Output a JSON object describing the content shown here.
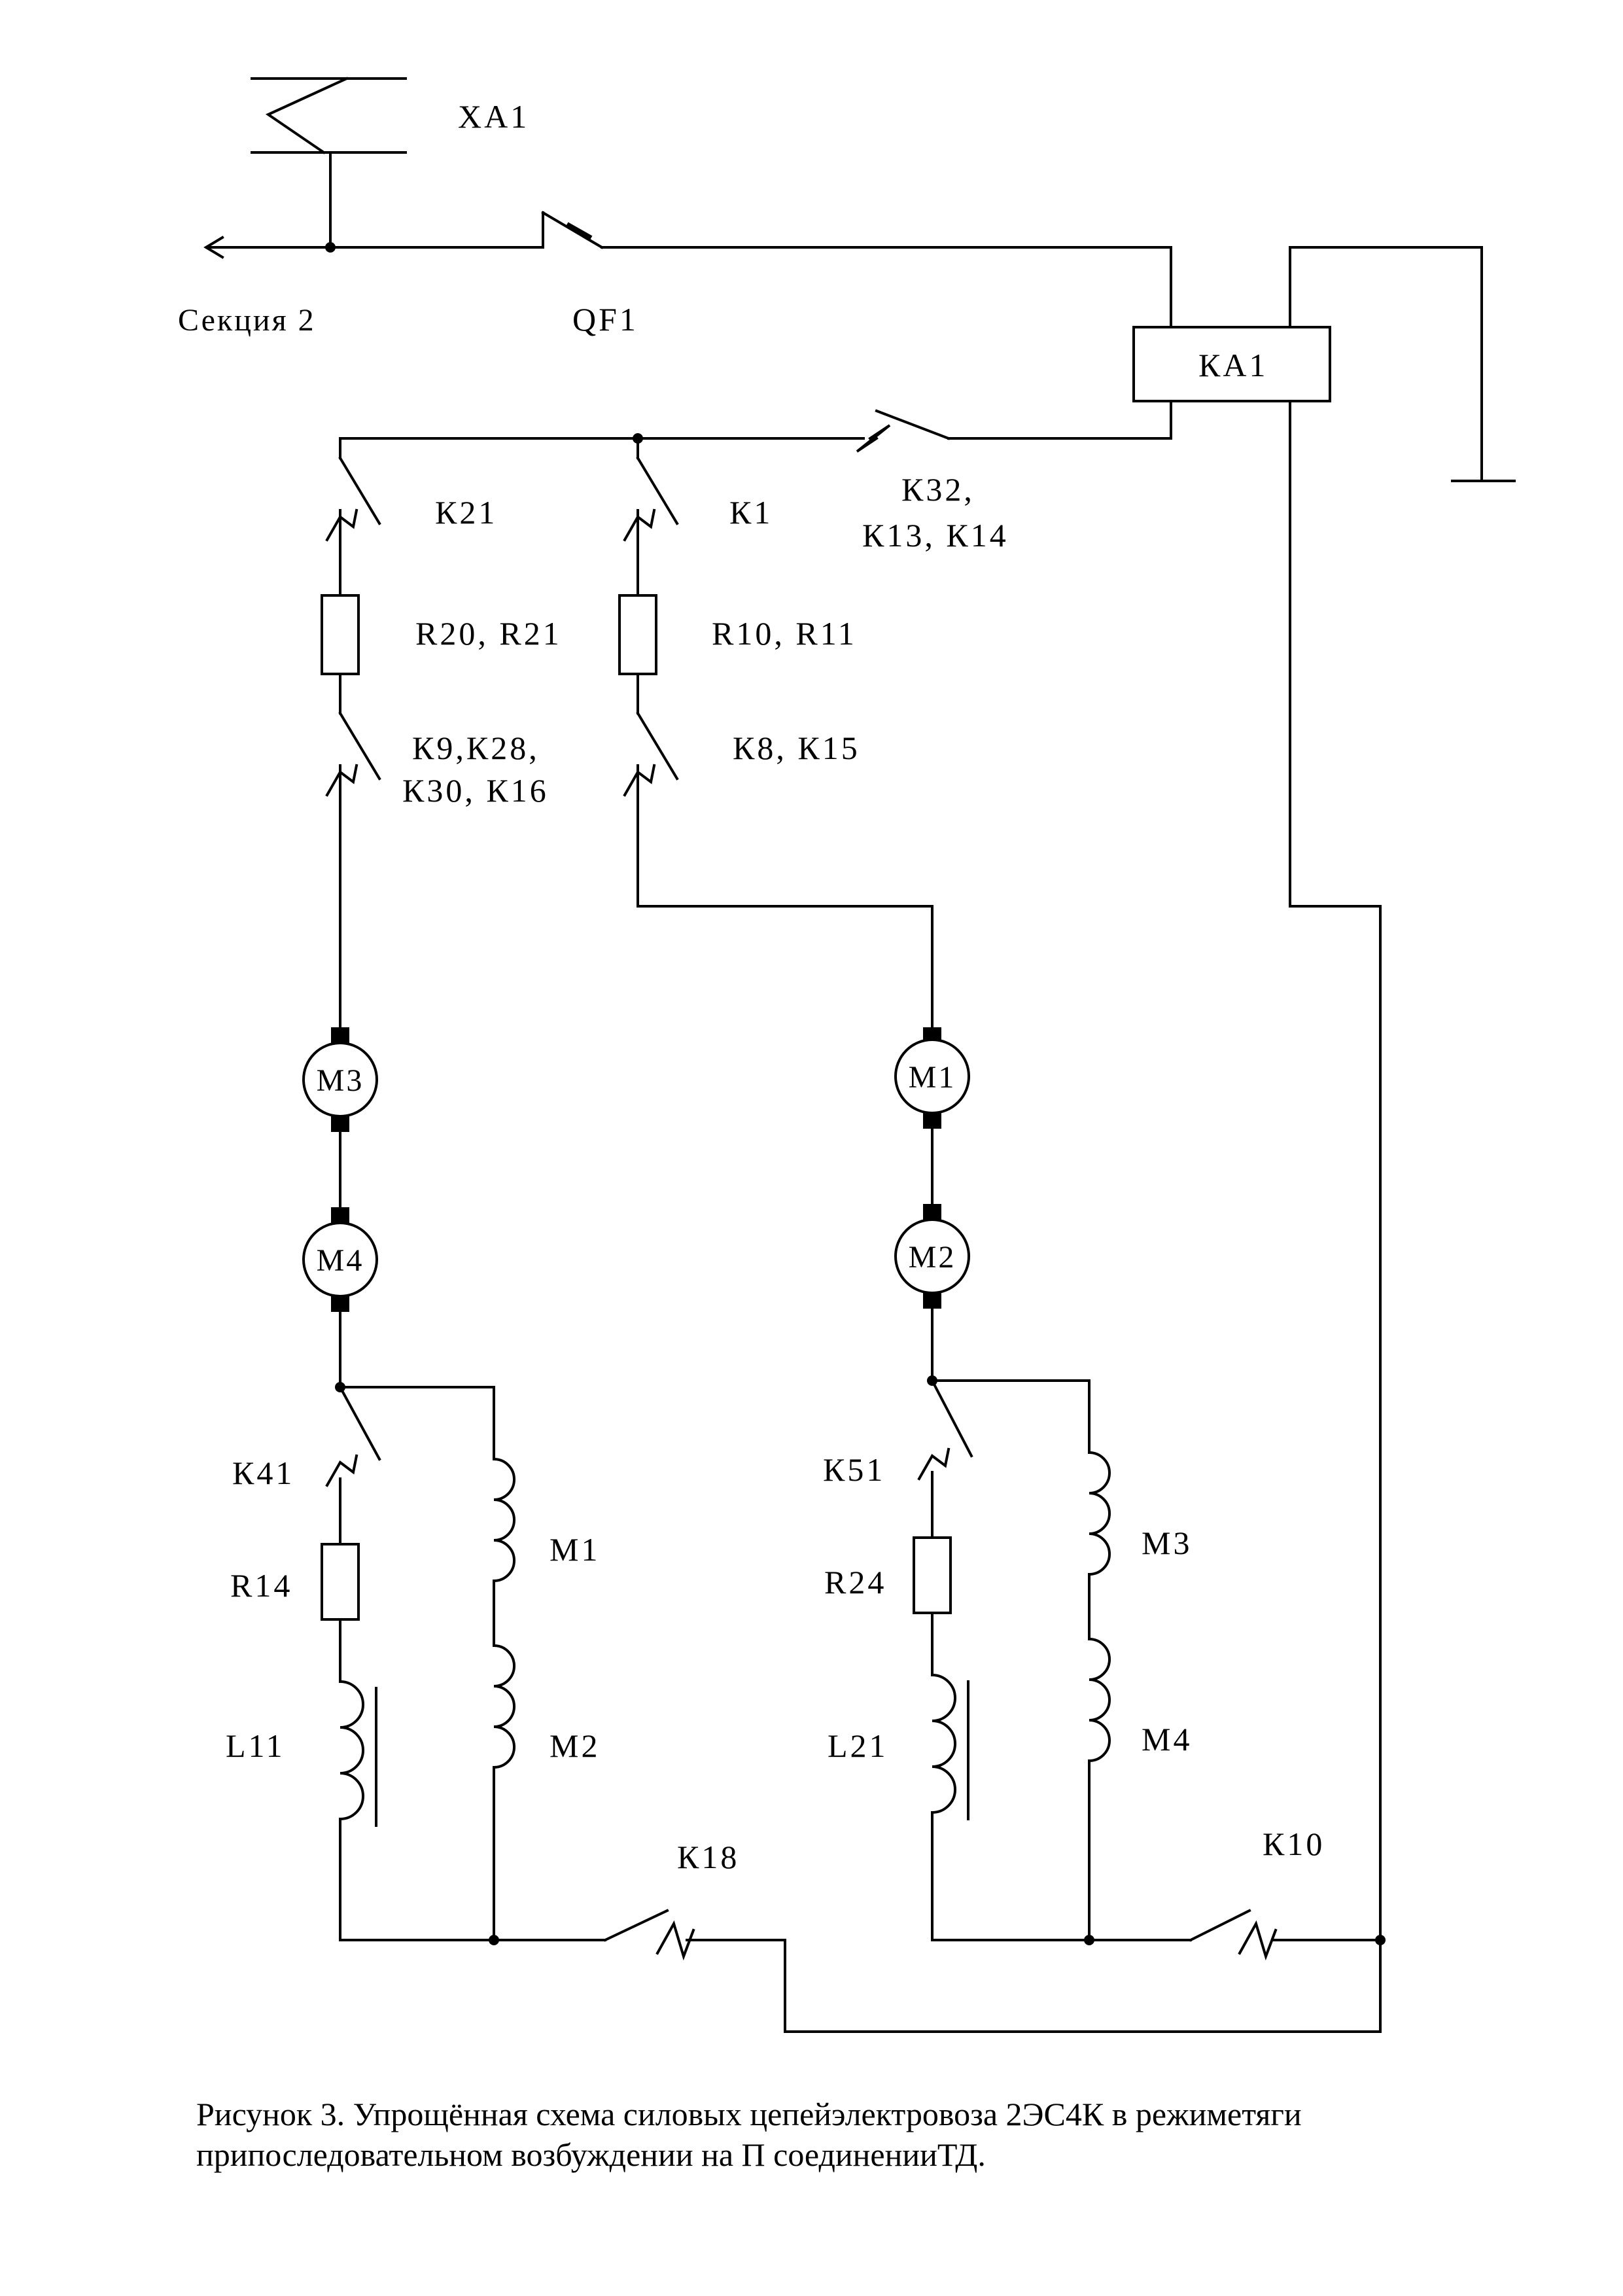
{
  "labels": {
    "xa1": "ХА1",
    "section": "Секция 2",
    "qf1": "QF1",
    "ka1": "КА1",
    "k32_line1": "К32,",
    "k32_line2": "К13, К14",
    "k21": "К21",
    "k1": "К1",
    "r20_r21": "R20, R21",
    "r10_r11": "R10, R11",
    "k9_line1": "К9,К28,",
    "k9_line2": "К30, К16",
    "k8_k15": "К8, К15",
    "m3_motor": "М3",
    "m4_motor": "М4",
    "m1_motor": "М1",
    "m2_motor": "М2",
    "k41": "К41",
    "r14": "R14",
    "l11": "L11",
    "m1_winding": "М1",
    "m2_winding": "М2",
    "k51": "К51",
    "r24": "R24",
    "l21": "L21",
    "m3_winding": "М3",
    "m4_winding": "М4",
    "k18": "К18",
    "k10": "К10"
  },
  "caption": {
    "line1": "Рисунок 3. Упрощённая схема силовых цепейэлектровоза 2ЭС4К в режиметяги",
    "line2": "припоследовательном возбуждении на П соединенииТД."
  }
}
